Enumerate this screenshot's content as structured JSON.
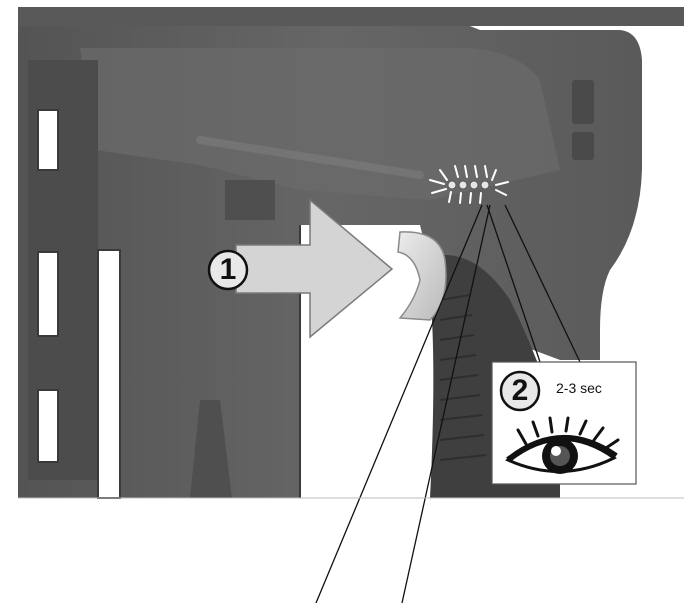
{
  "steps": [
    {
      "number": "1"
    },
    {
      "number": "2",
      "duration": "2-3 sec"
    }
  ],
  "icons": {
    "step1": "arrow-right-icon",
    "step2": "eye-icon",
    "indicator": "blinking-led-icon"
  },
  "colors": {
    "device_body": "#5f5f5f",
    "device_dark": "#444444",
    "arrow_fill": "#d4d4d4",
    "led": "#e6e6e6"
  }
}
